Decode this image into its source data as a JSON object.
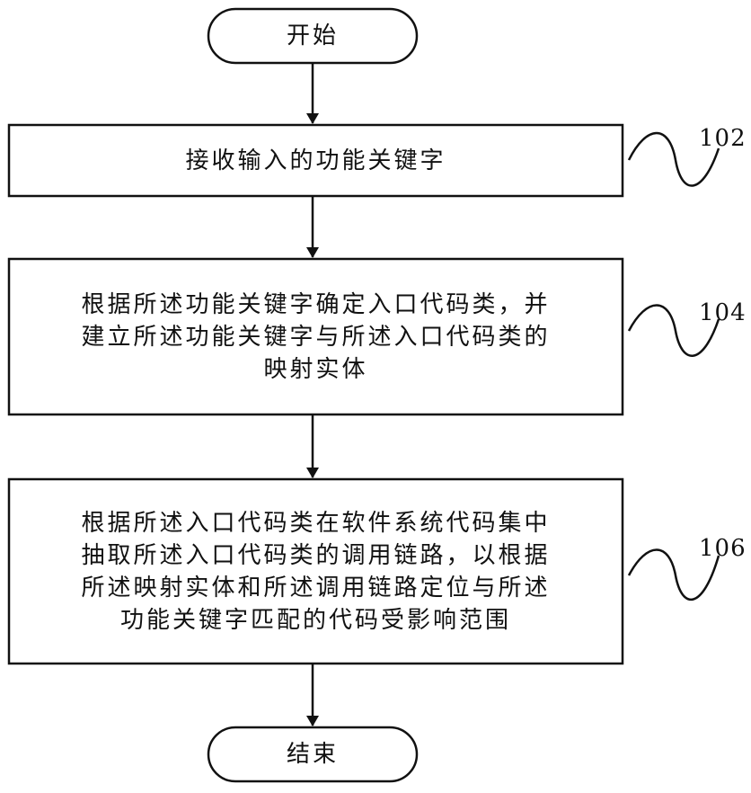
{
  "flowchart": {
    "start_label": "开始",
    "end_label": "结束",
    "steps": [
      {
        "ref": "102",
        "text": "接收输入的功能关键字"
      },
      {
        "ref": "104",
        "text": "根据所述功能关键字确定入口代码类，并\n建立所述功能关键字与所述入口代码类的\n映射实体"
      },
      {
        "ref": "106",
        "text": "根据所述入口代码类在软件系统代码集中\n抽取所述入口代码类的调用链路，以根据\n所述映射实体和所述调用链路定位与所述\n功能关键字匹配的代码受影响范围"
      }
    ]
  }
}
